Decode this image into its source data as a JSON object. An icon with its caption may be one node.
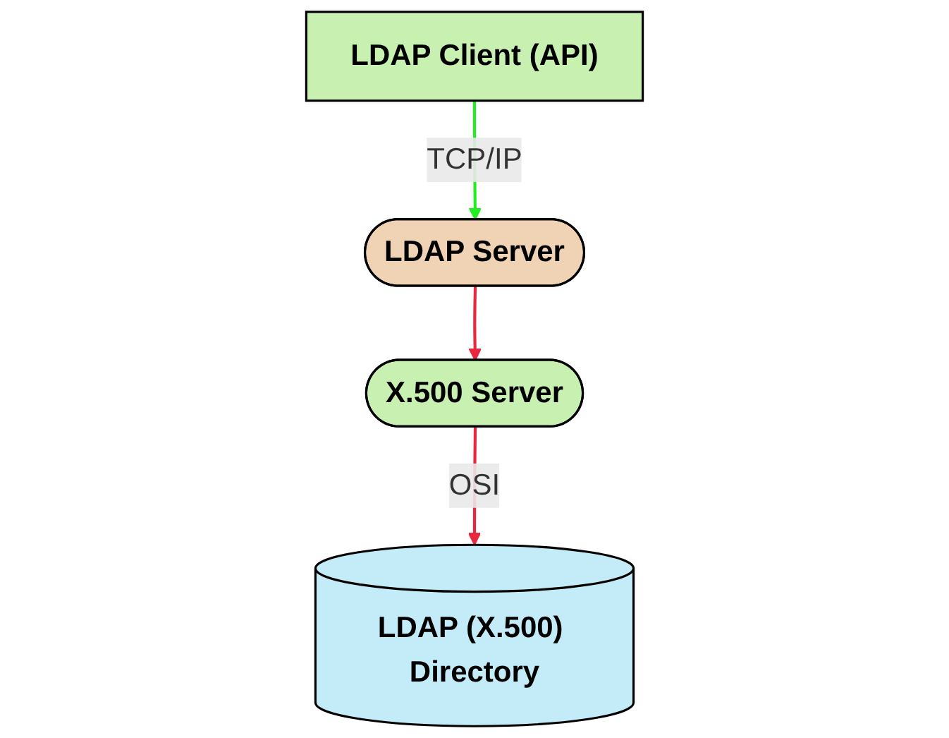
{
  "diagram": {
    "nodes": [
      {
        "text": [
          "LDAP Client (API)"
        ]
      },
      {
        "text": [
          "LDAP Server"
        ]
      },
      {
        "text": [
          "X.500 Server"
        ]
      },
      {
        "text": [
          "LDAP (X.500) Directory"
        ]
      }
    ],
    "edges": [
      {
        "from": 0,
        "to": 1,
        "arrow": "to",
        "label": "TCP/IP",
        "color": "#22ee22"
      },
      {
        "from": 1,
        "to": 2,
        "arrow": "to",
        "color": "#e8283c"
      },
      {
        "from": 2,
        "to": 3,
        "arrow": "to",
        "label": "OSI",
        "color": "#e8283c"
      }
    ]
  }
}
